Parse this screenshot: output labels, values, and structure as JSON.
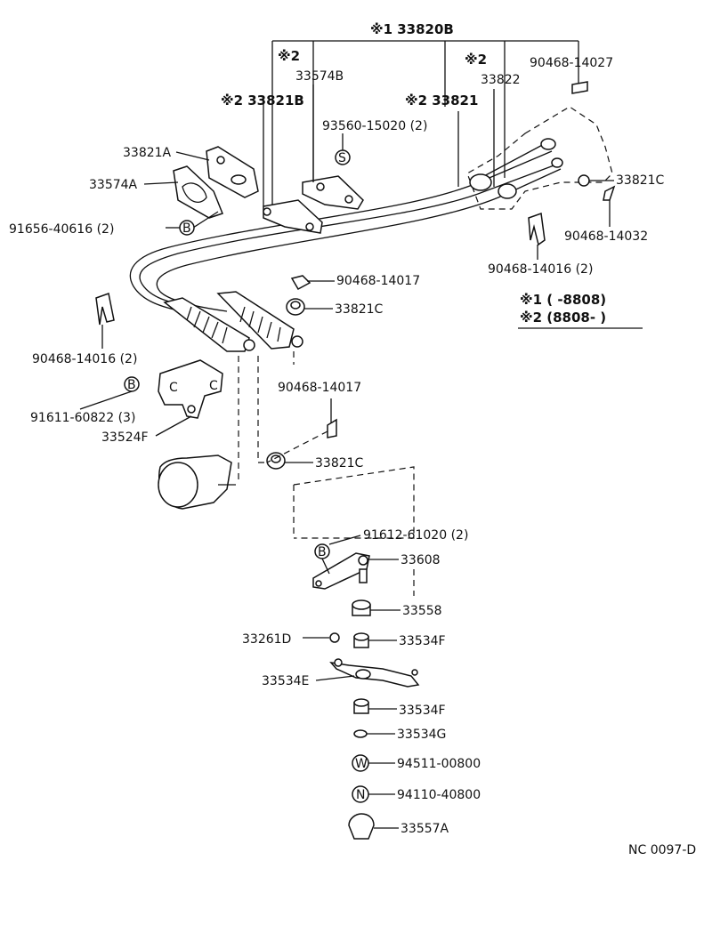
{
  "diagram": {
    "code": "NC 0097-D",
    "labels": {
      "p33820B": "※1 33820B",
      "p33574B_mark": "※2",
      "p33574B": "33574B",
      "p33821B": "※2 33821B",
      "p33821": "※2 33821",
      "p33822_mark": "※2",
      "p33822": "33822",
      "p90468_14027": "90468-14027",
      "p93560_15020": "93560-15020 (2)",
      "p33821A": "33821A",
      "p33574A": "33574A",
      "p91656_40616": "91656-40616 (2)",
      "p33821C_top": "33821C",
      "p90468_14032": "90468-14032",
      "p90468_14016_right": "90468-14016 (2)",
      "p90468_14017_a": "90468-14017",
      "p33821C_mid": "33821C",
      "p90468_14016_left": "90468-14016 (2)",
      "p90468_14017_b": "90468-14017",
      "p91611_60822": "91611-60822 (3)",
      "p33524F": "33524F",
      "p33821C_low": "33821C",
      "p91612_61020": "91612-61020 (2)",
      "p33608": "33608",
      "p33558": "33558",
      "p33261D": "33261D",
      "p33534F_a": "33534F",
      "p33534E": "33534E",
      "p33534F_b": "33534F",
      "p33534G": "33534G",
      "p94511_00800": "94511-00800",
      "p94110_40800": "94110-40800",
      "p33557A": "33557A"
    },
    "legend": {
      "row1": "※1 (      -8808)",
      "row2": "※2 (8808-      )"
    },
    "symbols": {
      "s": "S",
      "b": "B",
      "w": "W",
      "n": "N"
    }
  }
}
